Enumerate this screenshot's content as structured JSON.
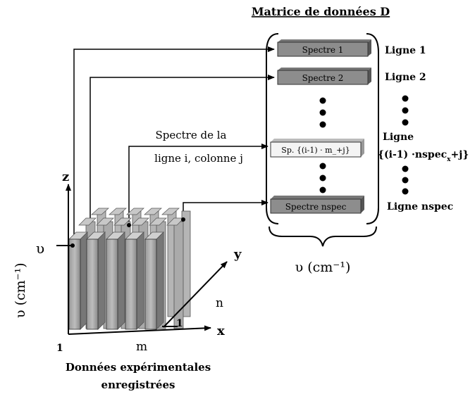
{
  "matrix": {
    "title": "Matrice de données D",
    "rows": [
      {
        "label": "Spectre 1",
        "line_label": "Ligne 1"
      },
      {
        "label": "Spectre 2",
        "line_label": "Ligne 2"
      },
      {
        "label": "Sp. {(i-1) · m_+j}",
        "line_label_1": "Ligne",
        "line_label_2": "{(i-1) ·nspec",
        "line_label_sub": "x",
        "line_label_3": "+j}"
      },
      {
        "label": "Spectre nspec",
        "line_label": "Ligne nspec"
      }
    ],
    "brace_label": "υ (cm⁻¹)"
  },
  "annotation": {
    "line1": "Spectre de la",
    "line2": "ligne i, colonne j"
  },
  "cube": {
    "z_label": "z",
    "y_label": "y",
    "x_label": "x",
    "n_label": "n",
    "m_label": "m",
    "one_x": "1",
    "one_bottom": "1",
    "nu_label": "υ",
    "nu_axis_label": "υ (cm⁻¹)",
    "caption_1": "Données expérimentales",
    "caption_2": "enregistrées"
  }
}
